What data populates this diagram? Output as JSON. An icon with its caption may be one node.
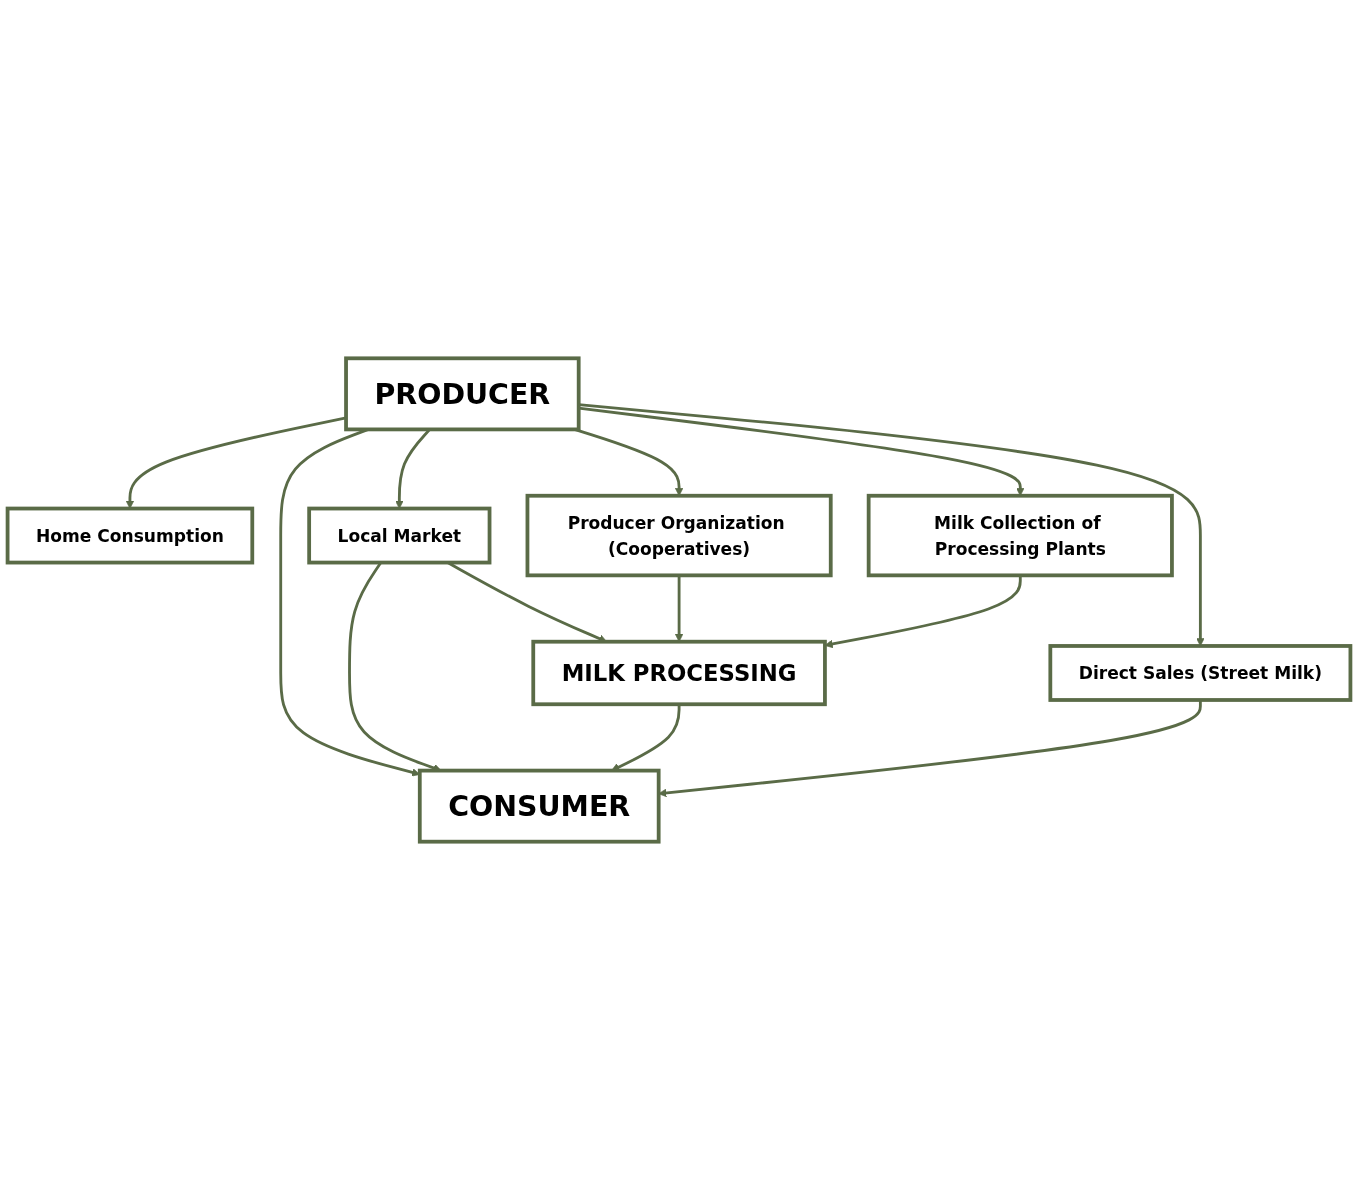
{
  "diagram": {
    "nodes": [
      {
        "text": [
          "PRODUCER"
        ]
      },
      {
        "text": [
          "Home Consumption"
        ]
      },
      {
        "text": [
          "Local Market"
        ]
      },
      {
        "text": [
          "Producer Organization (Cooperatives)"
        ]
      },
      {
        "text": [
          "Milk Collection of Processing Plants"
        ]
      },
      {
        "text": [
          "MILK PROCESSING"
        ]
      },
      {
        "text": [
          "Direct Sales (Street Milk)"
        ]
      },
      {
        "text": [
          "CONSUMER"
        ]
      }
    ],
    "edges": [
      {
        "from": 0,
        "to": 7,
        "arrow": "to"
      },
      {
        "from": 0,
        "to": 2,
        "arrow": "to"
      },
      {
        "from": 0,
        "to": 1,
        "arrow": "to"
      },
      {
        "from": 0,
        "to": 3,
        "arrow": "to"
      },
      {
        "from": 0,
        "to": 4,
        "arrow": "to"
      },
      {
        "from": 0,
        "to": 6,
        "arrow": "to"
      },
      {
        "from": 2,
        "to": 7,
        "arrow": "to"
      },
      {
        "from": 2,
        "to": 5,
        "arrow": "to"
      },
      {
        "from": 3,
        "to": 5,
        "arrow": "to"
      },
      {
        "from": 4,
        "to": 5,
        "arrow": "to"
      },
      {
        "from": 5,
        "to": 7,
        "arrow": "to"
      },
      {
        "from": 6,
        "to": 7,
        "arrow": "to"
      }
    ]
  }
}
